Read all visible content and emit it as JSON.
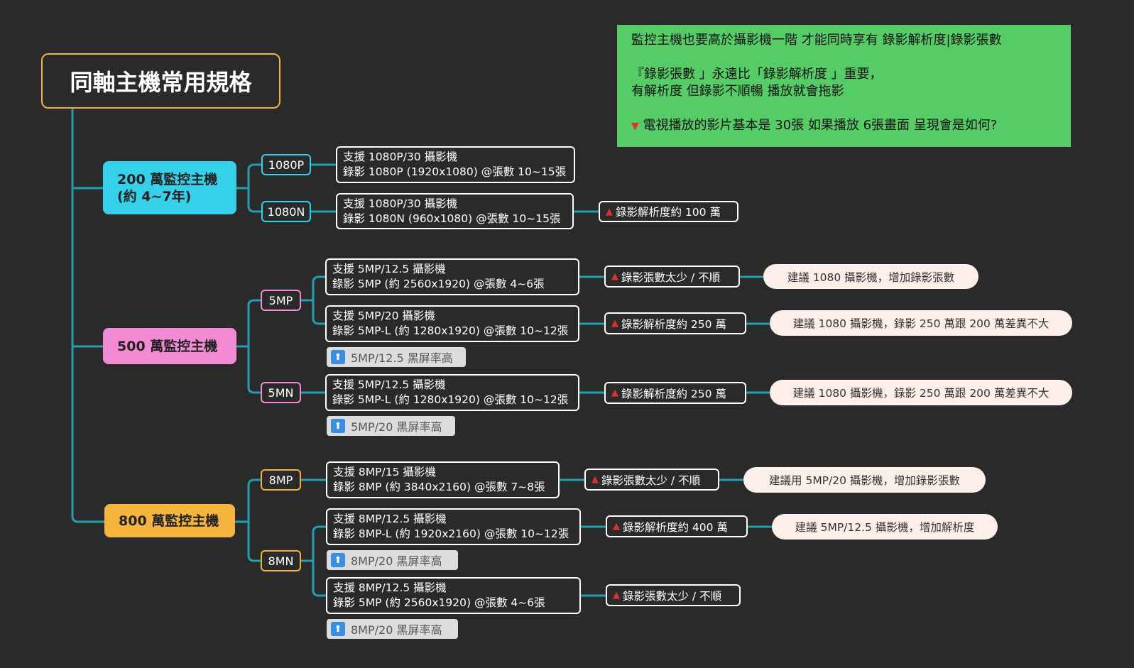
{
  "title": "同軸主機常用規格",
  "note": {
    "line1": "監控主機也要高於攝影機一階 才能同時享有 錄影解析度|錄影張數",
    "line2": "『錄影張數 」永遠比「錄影解析度 」重要，",
    "line3": "有解析度 但錄影不順暢 播放就會拖影",
    "line4": "電視播放的影片基本是 30張  如果播放 6張畫面 呈現會是如何?"
  },
  "colors": {
    "background": "#2a2a2b",
    "line": "#1f9fb0",
    "cyan": "#35d0ea",
    "pink": "#f28bd4",
    "orange": "#f5b53d",
    "note": "#56cc66"
  },
  "hosts": [
    {
      "label1": "200 萬監控主機",
      "label2": "(約 4~7年)",
      "subs": [
        {
          "label": "1080P",
          "details": [
            {
              "a": "支援 1080P/30 攝影機",
              "b": "錄影 1080P (1920x1080) @張數 10~15張"
            }
          ]
        },
        {
          "label": "1080N",
          "details": [
            {
              "a": "支援 1080P/30 攝影機",
              "b": "錄影 1080N (960x1080) @張數 10~15張",
              "alert": "錄影解析度約 100 萬"
            }
          ]
        }
      ]
    },
    {
      "label1": "500 萬監控主機",
      "subs": [
        {
          "label": "5MP",
          "details": [
            {
              "a": "支援 5MP/12.5 攝影機",
              "b": "錄影 5MP (約 2560x1920) @張數 4~6張",
              "alert": "錄影張數太少 / 不順",
              "suggest": "建議 1080 攝影機，增加錄影張數"
            },
            {
              "a": "支援 5MP/20 攝影機",
              "b": "錄影 5MP-L (約 1280x1920) @張數 10~12張",
              "alert": "錄影解析度約 250 萬",
              "suggest": "建議 1080 攝影機，錄影 250 萬跟 200 萬差異不大",
              "tag": "5MP/12.5 黑屏率高"
            }
          ]
        },
        {
          "label": "5MN",
          "details": [
            {
              "a": "支援 5MP/12.5 攝影機",
              "b": "錄影 5MP-L (約 1280x1920) @張數 10~12張",
              "alert": "錄影解析度約 250 萬",
              "suggest": "建議 1080 攝影機，錄影 250 萬跟 200 萬差異不大",
              "tag": "5MP/20 黑屏率高"
            }
          ]
        }
      ]
    },
    {
      "label1": "800 萬監控主機",
      "subs": [
        {
          "label": "8MP",
          "details": [
            {
              "a": "支援 8MP/15 攝影機",
              "b": "錄影 8MP (約 3840x2160) @張數 7~8張",
              "alert": "錄影張數太少 / 不順",
              "suggest": "建議用 5MP/20 攝影機，增加錄影張數"
            }
          ]
        },
        {
          "label": "8MN",
          "details": [
            {
              "a": "支援 8MP/12.5 攝影機",
              "b": "錄影 8MP-L (約 1920x2160) @張數 10~12張",
              "alert": "錄影解析度約 400 萬",
              "suggest": "建議 5MP/12.5 攝影機，增加解析度",
              "tag": "8MP/20 黑屏率高"
            },
            {
              "a": "支援 8MP/12.5 攝影機",
              "b": "錄影 5MP (約 2560x1920) @張數 4~6張",
              "alert": "錄影張數太少 / 不順",
              "tag": "8MP/20 黑屏率高"
            }
          ]
        }
      ]
    }
  ]
}
